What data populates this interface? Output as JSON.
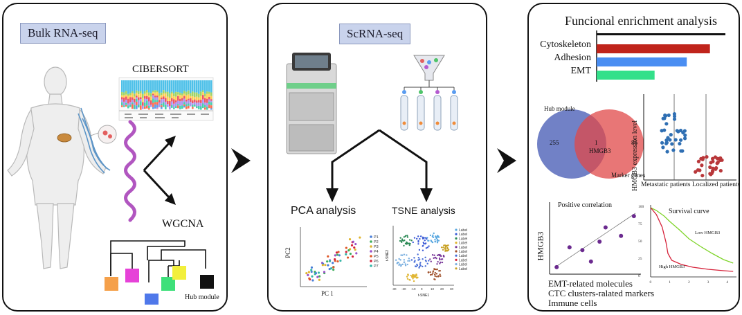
{
  "panel1": {
    "tag": "Bulk RNA-seq",
    "cibersort": "CIBERSORT",
    "wgcna": "WGCNA",
    "hub_module": "Hub module"
  },
  "panel2": {
    "tag": "ScRNA-seq",
    "pca_title": "PCA analysis",
    "tsne_title": "TSNE analysis",
    "pca_xlabel": "PC 1",
    "pca_ylabel": "PC2",
    "pca_legend": [
      "P1",
      "P2",
      "P3",
      "P4",
      "P5",
      "P6",
      "P7"
    ],
    "tsne_xlabel": "t-SNE1",
    "tsne_ylabel": "t-SNE2",
    "tsne_legend": [
      "Label",
      "Label",
      "Label",
      "Label",
      "Label",
      "Label",
      "Label",
      "Label",
      "Label",
      "Label"
    ],
    "tsne_xticks": [
      "-30",
      "-20",
      "-10",
      "0",
      "10",
      "20",
      "30"
    ]
  },
  "panel3": {
    "title": "Funcional enrichment analysis",
    "venn_left_label": "Hub module",
    "venn_right_label": "Marker genes",
    "venn_left_count": "255",
    "venn_overlap_count": "1",
    "venn_right_count": "86",
    "venn_overlap_gene": "HMGB3",
    "strip_ylabel": "HMGB3 expression level",
    "strip_groups": [
      "Metastatic patients",
      "Localized patients"
    ],
    "corr_title": "Positive correlation",
    "corr_ylabel": "HMGB3",
    "surv_title": "Survival curve",
    "surv_low": "Low HMGB3",
    "surv_high": "High HMGB3",
    "surv_yticks": [
      "100",
      "75",
      "50",
      "25",
      "0"
    ],
    "surv_xticks": [
      "0",
      "1",
      "2",
      "3",
      "4"
    ],
    "bottom_lines": [
      "EMT-related molecules",
      "CTC clusters-ralated markers",
      "Immune cells"
    ]
  },
  "chart_data": [
    {
      "type": "bar",
      "orientation": "horizontal",
      "title": "Funcional enrichment analysis",
      "categories": [
        "",
        "Cytoskeleton",
        "Adhesion",
        "EMT"
      ],
      "values": [
        1.0,
        0.88,
        0.7,
        0.45
      ],
      "colors": [
        "#111111",
        "#c0241b",
        "#4a8ef2",
        "#33e08a"
      ]
    },
    {
      "type": "scatter",
      "title": "Positive correlation",
      "ylabel": "HMGB3",
      "x": [
        0.05,
        0.2,
        0.35,
        0.45,
        0.55,
        0.62,
        0.8,
        0.95
      ],
      "y": [
        0.05,
        0.4,
        0.35,
        0.15,
        0.5,
        0.75,
        0.6,
        0.95
      ]
    },
    {
      "type": "line",
      "title": "Survival curve",
      "ylim": [
        0,
        100
      ],
      "xlim": [
        0,
        4.4
      ],
      "series": [
        {
          "name": "Low HMGB3",
          "color": "#7fd42a",
          "x": [
            0,
            0.3,
            0.7,
            1.0,
            1.5,
            2.0,
            2.6,
            3.2,
            3.8,
            4.3
          ],
          "y": [
            100,
            96,
            88,
            80,
            68,
            55,
            44,
            34,
            25,
            20
          ]
        },
        {
          "name": "High HMGB3",
          "color": "#d6223a",
          "x": [
            0,
            0.3,
            0.6,
            0.8,
            0.9,
            1.1,
            1.6,
            2.2,
            3.0,
            3.8,
            4.3
          ],
          "y": [
            100,
            90,
            72,
            50,
            34,
            24,
            18,
            14,
            11,
            9,
            8
          ]
        }
      ]
    }
  ]
}
